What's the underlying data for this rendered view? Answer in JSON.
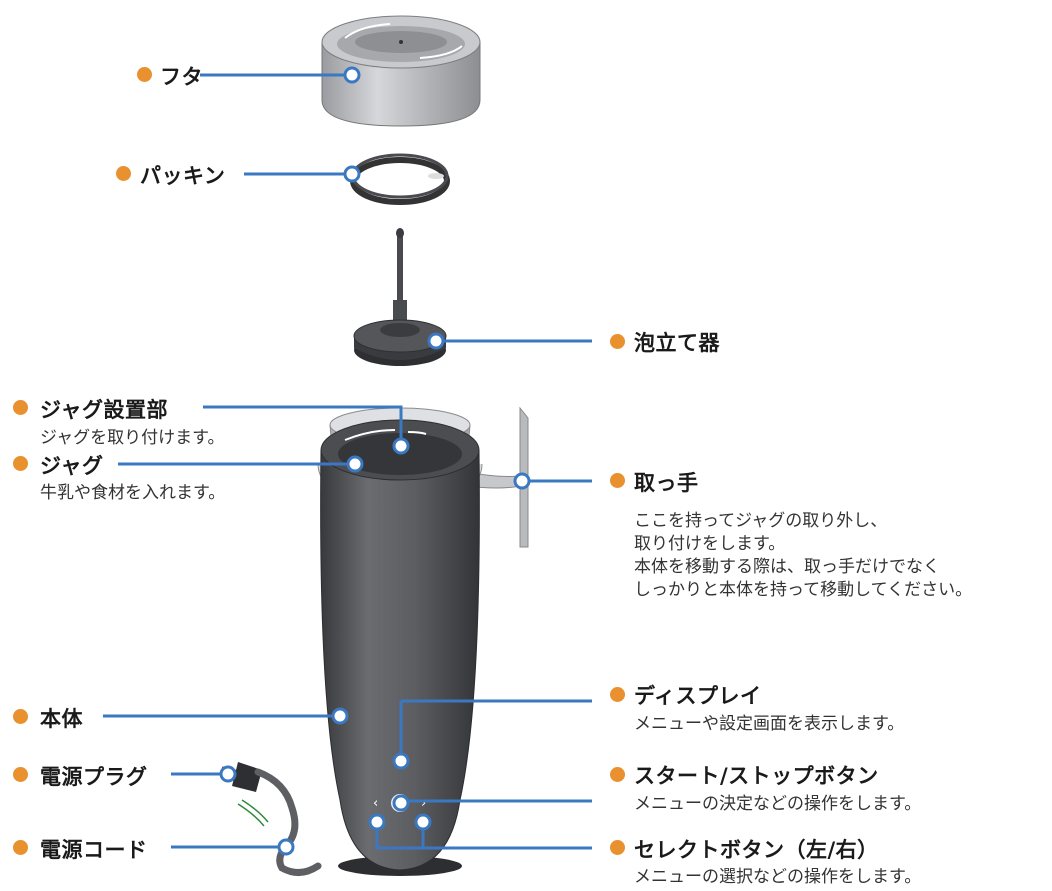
{
  "colors": {
    "dot": "#e8912e",
    "line": "#3a78c2",
    "body": "#5a5b5f",
    "dark": "#3b3c40"
  },
  "labels": {
    "lid": {
      "name": "フタ"
    },
    "gasket": {
      "name": "パッキン"
    },
    "frother": {
      "name": "泡立て器"
    },
    "jug": {
      "name": "ジャグ",
      "desc": "牛乳や食材を入れます。"
    },
    "handle": {
      "name": "取っ手",
      "desc": [
        "ここを持ってジャグの取り外し、",
        "取り付けをします。",
        "本体を移動する際は、取っ手だけでなく",
        "しっかりと本体を持って移動してください。"
      ]
    },
    "jug_mount": {
      "name": "ジャグ設置部",
      "desc": "ジャグを取り付けます。"
    },
    "body": {
      "name": "本体"
    },
    "plug": {
      "name": "電源プラグ"
    },
    "cord": {
      "name": "電源コード"
    },
    "display": {
      "name": "ディスプレイ",
      "desc": "メニューや設定画面を表示します。"
    },
    "start_stop": {
      "name": "スタート/ストップボタン",
      "desc": "メニューの決定などの操作をします。"
    },
    "select": {
      "name": "セレクトボタン（左/右）",
      "desc": "メニューの選択などの操作をします。"
    }
  },
  "icons": [
    "left-arrow-icon",
    "right-arrow-icon"
  ]
}
